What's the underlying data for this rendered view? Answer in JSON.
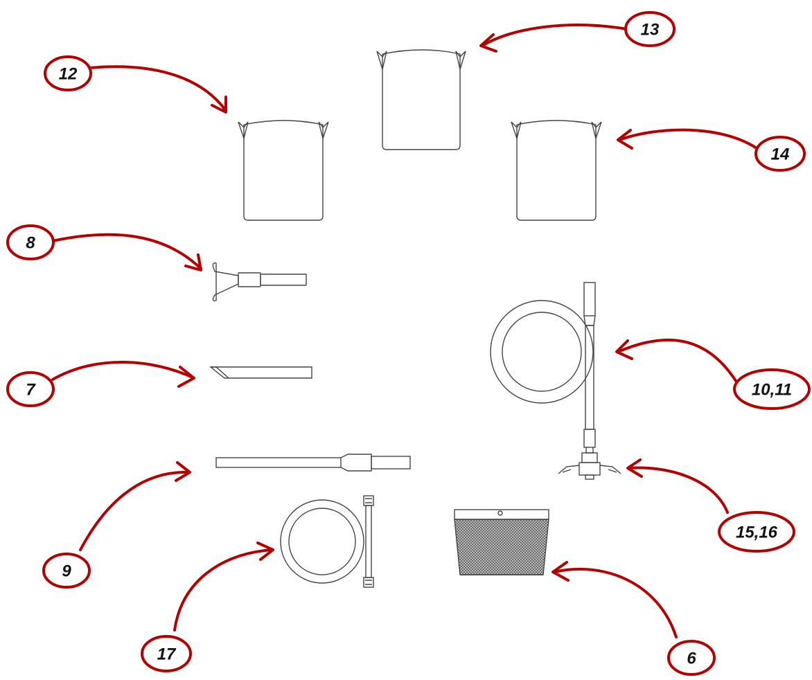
{
  "colors": {
    "callout": "#b30000",
    "outline": "#444444",
    "filter_mesh": "#555555"
  },
  "callouts": [
    {
      "id": "c6",
      "label": "6"
    },
    {
      "id": "c7",
      "label": "7"
    },
    {
      "id": "c8",
      "label": "8"
    },
    {
      "id": "c9",
      "label": "9"
    },
    {
      "id": "c10",
      "label": "10,11"
    },
    {
      "id": "c12",
      "label": "12"
    },
    {
      "id": "c13",
      "label": "13"
    },
    {
      "id": "c14",
      "label": "14"
    },
    {
      "id": "c15",
      "label": "15,16"
    },
    {
      "id": "c17",
      "label": "17"
    }
  ]
}
